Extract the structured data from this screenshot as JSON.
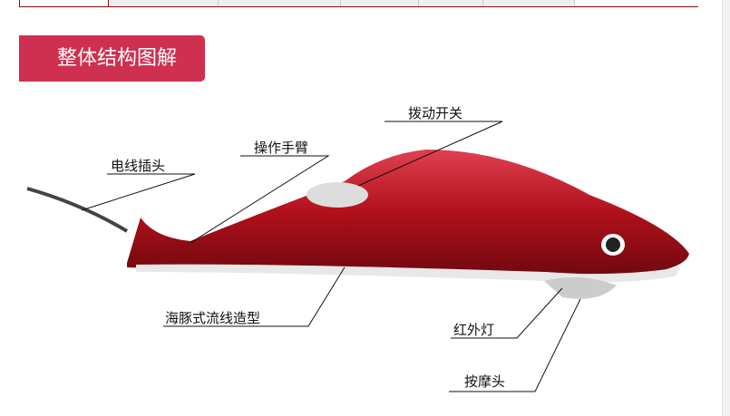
{
  "banner": {
    "title": "整体结构图解"
  },
  "labels": {
    "cord": "电线插头",
    "arm": "操作手臂",
    "switch": "拨动开关",
    "shape": "海豚式流线造型",
    "infrared": "红外灯",
    "head": "按摩头"
  },
  "colors": {
    "banner": "#d03050",
    "body": "#b0101a"
  }
}
